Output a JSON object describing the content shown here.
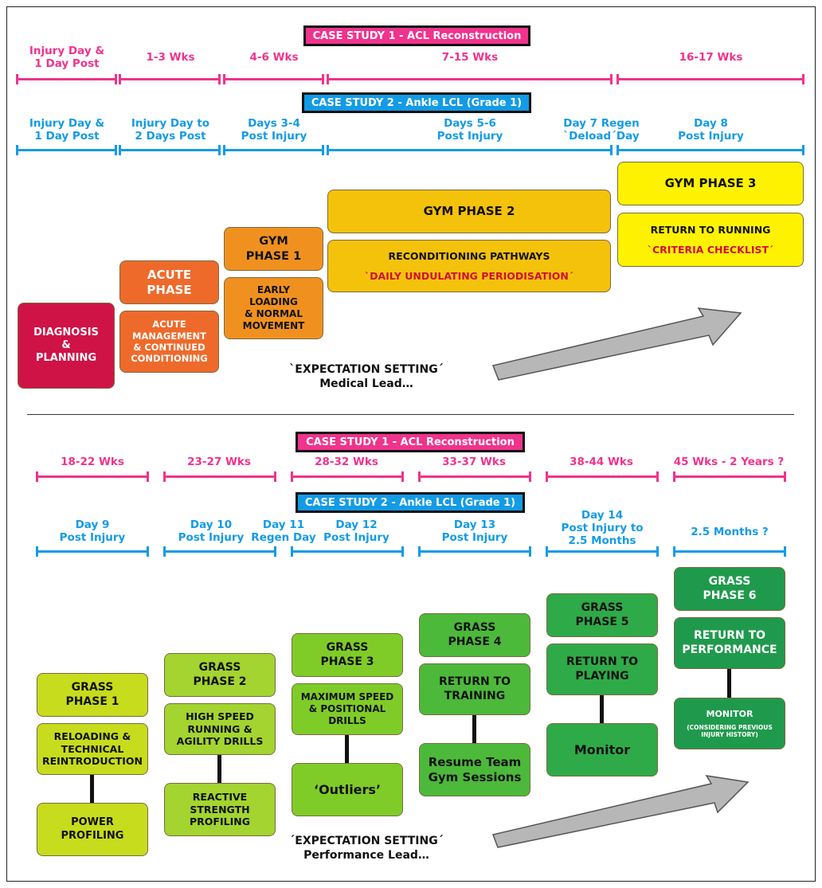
{
  "top": {
    "cs1_title": "CASE STUDY 1 - ACL Reconstruction",
    "cs2_title": "CASE STUDY 2 - Ankle LCL (Grade 1)",
    "acl_periods": [
      {
        "l1": "Injury Day &",
        "l2": "1 Day Post"
      },
      {
        "l1": "1-3 Wks",
        "l2": ""
      },
      {
        "l1": "4-6 Wks",
        "l2": ""
      },
      {
        "l1": "7-15 Wks",
        "l2": ""
      },
      {
        "l1": "16-17 Wks",
        "l2": ""
      }
    ],
    "lcl_periods": [
      {
        "l1": "Injury Day &",
        "l2": "1 Day Post"
      },
      {
        "l1": "Injury Day to",
        "l2": "2 Days Post"
      },
      {
        "l1": "Days 3-4",
        "l2": "Post Injury"
      },
      {
        "l1": "Days 5-6",
        "l2": "Post Injury"
      },
      {
        "l1": "Day 7 Regen",
        "l2": "`Deload´Day"
      },
      {
        "l1": "Day 8",
        "l2": "Post Injury"
      }
    ],
    "phases": {
      "diagnosis": [
        "DIAGNOSIS",
        "&",
        "PLANNING"
      ],
      "acute_title": [
        "ACUTE",
        "PHASE"
      ],
      "acute_desc": [
        "ACUTE",
        "MANAGEMENT",
        "& CONTINUED",
        "CONDITIONING"
      ],
      "gym1_title": [
        "GYM",
        "PHASE 1"
      ],
      "gym1_desc": [
        "EARLY",
        "LOADING",
        "& NORMAL",
        "MOVEMENT"
      ],
      "gym2_title": "GYM PHASE 2",
      "gym2_desc": "RECONDITIONING PATHWAYS",
      "gym2_note": "`DAILY UNDULATING PERIODISATION´",
      "gym3_title": "GYM PHASE 3",
      "gym3_desc": "RETURN TO RUNNING",
      "gym3_note": "`CRITERIA CHECKLIST´"
    },
    "expectation": {
      "l1": "`EXPECTATION SETTING´",
      "l2": "Medical Lead…"
    }
  },
  "bottom": {
    "cs1_title": "CASE STUDY 1 - ACL Reconstruction",
    "cs2_title": "CASE STUDY 2 - Ankle LCL (Grade 1)",
    "acl_periods": [
      "18-22 Wks",
      "23-27 Wks",
      "28-32 Wks",
      "33-37 Wks",
      "38-44 Wks",
      "45 Wks - 2 Years ?"
    ],
    "lcl_periods": [
      {
        "l1": "Day 9",
        "l2": "Post Injury"
      },
      {
        "l1": "Day 10",
        "l2": "Post Injury"
      },
      {
        "l1": "Day 11",
        "l2": "Regen Day"
      },
      {
        "l1": "Day 12",
        "l2": "Post Injury"
      },
      {
        "l1": "Day 13",
        "l2": "Post Injury"
      },
      {
        "l1": "Day 14",
        "l2": "Post Injury to",
        "l3": "2.5 Months"
      },
      {
        "l1": "2.5 Months ?",
        "l2": ""
      }
    ],
    "grass": {
      "g1_title": [
        "GRASS",
        "PHASE 1"
      ],
      "g1_a": [
        "RELOADING &",
        "TECHNICAL",
        "REINTRODUCTION"
      ],
      "g1_b": [
        "POWER",
        "PROFILING"
      ],
      "g2_title": [
        "GRASS",
        "PHASE 2"
      ],
      "g2_a": [
        "HIGH SPEED",
        "RUNNING &",
        "AGILITY DRILLS"
      ],
      "g2_b": [
        "REACTIVE",
        "STRENGTH",
        "PROFILING"
      ],
      "g3_title": [
        "GRASS",
        "PHASE 3"
      ],
      "g3_a": [
        "MAXIMUM SPEED",
        "& POSITIONAL",
        "DRILLS"
      ],
      "g3_b": "‘Outliers’",
      "g4_title": [
        "GRASS",
        "PHASE 4"
      ],
      "g4_a": [
        "RETURN TO",
        "TRAINING"
      ],
      "g4_b": [
        "Resume Team",
        "Gym Sessions"
      ],
      "g5_title": [
        "GRASS",
        "PHASE 5"
      ],
      "g5_a": [
        "RETURN TO",
        "PLAYING"
      ],
      "g5_b": "Monitor",
      "g6_title": [
        "GRASS",
        "PHASE 6"
      ],
      "g6_a": [
        "RETURN TO",
        "PERFORMANCE"
      ],
      "g6_b": "MONITOR",
      "g6_b_note": "(CONSIDERING PREVIOUS INJURY HISTORY)"
    },
    "expectation": {
      "l1": "´EXPECTATION SETTING´",
      "l2": "Performance Lead…"
    }
  },
  "colors": {
    "pink": "#f0338c",
    "blue": "#139be6",
    "diagnosis": "#cf1347",
    "acute": "#ee6a2b",
    "gym1": "#f0911f",
    "gym2": "#f5c20b",
    "gym3": "#fff200",
    "grass1": "#c7dc1c",
    "grass2": "#a3d430",
    "grass3": "#7fcc28",
    "grass4": "#4cb93a",
    "grass5": "#2faa48",
    "grass6": "#1f9a4c",
    "arrow": "#b7b7b7"
  }
}
